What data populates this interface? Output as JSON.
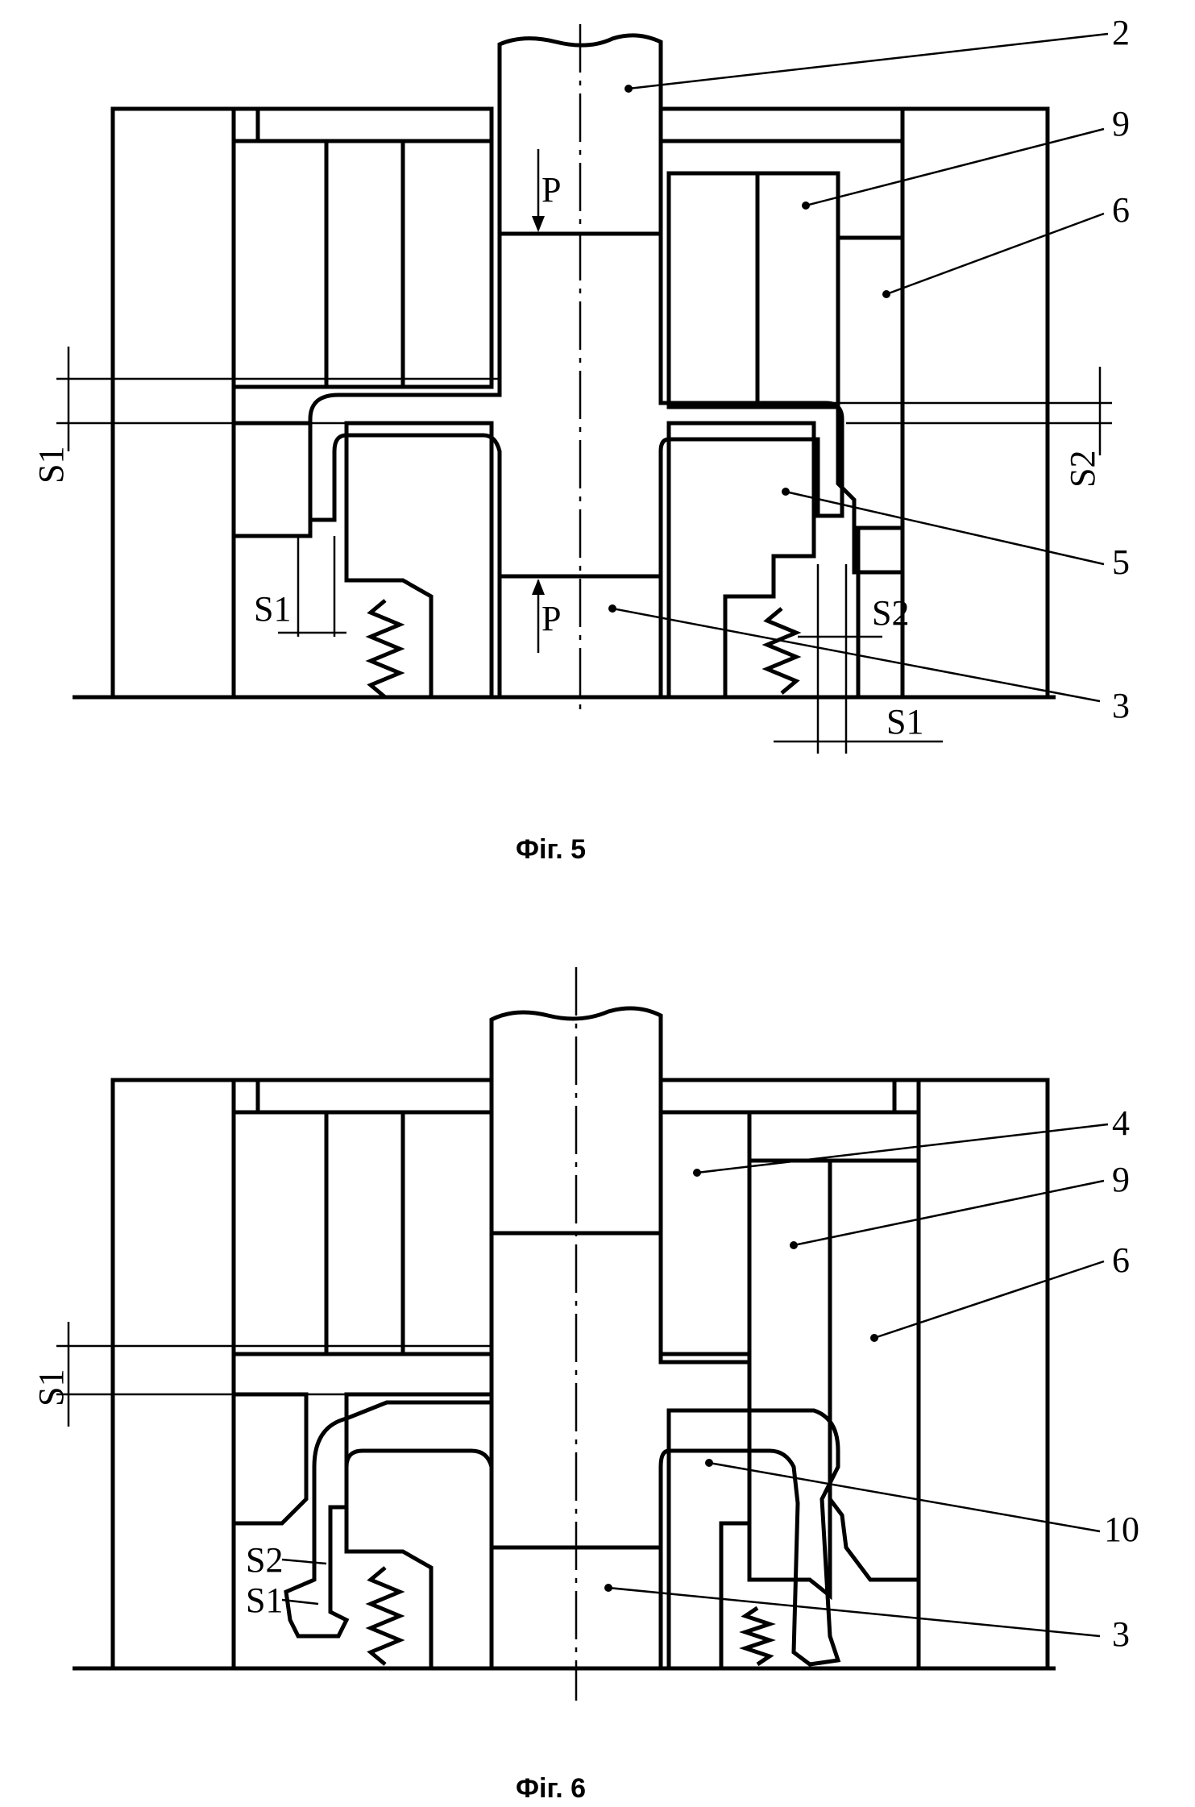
{
  "figures": [
    {
      "caption": "Фіг. 5",
      "labels": {
        "l2": "2",
        "l9": "9",
        "l6": "6",
        "l5": "5",
        "l3": "3",
        "s1_left": "S1",
        "s2_right": "S2",
        "s1_bottom_left": "S1",
        "s2_bottom": "S2",
        "s1_bottom_right": "S1",
        "p_top": "P",
        "p_bottom": "P"
      }
    },
    {
      "caption": "Фіг. 6",
      "labels": {
        "l4": "4",
        "l9": "9",
        "l6": "6",
        "l10": "10",
        "l3": "3",
        "s1_left": "S1",
        "s2_bottom": "S2",
        "s1_bottom": "S1"
      }
    }
  ],
  "colors": {
    "ink": "#000000",
    "paper": "#ffffff"
  }
}
